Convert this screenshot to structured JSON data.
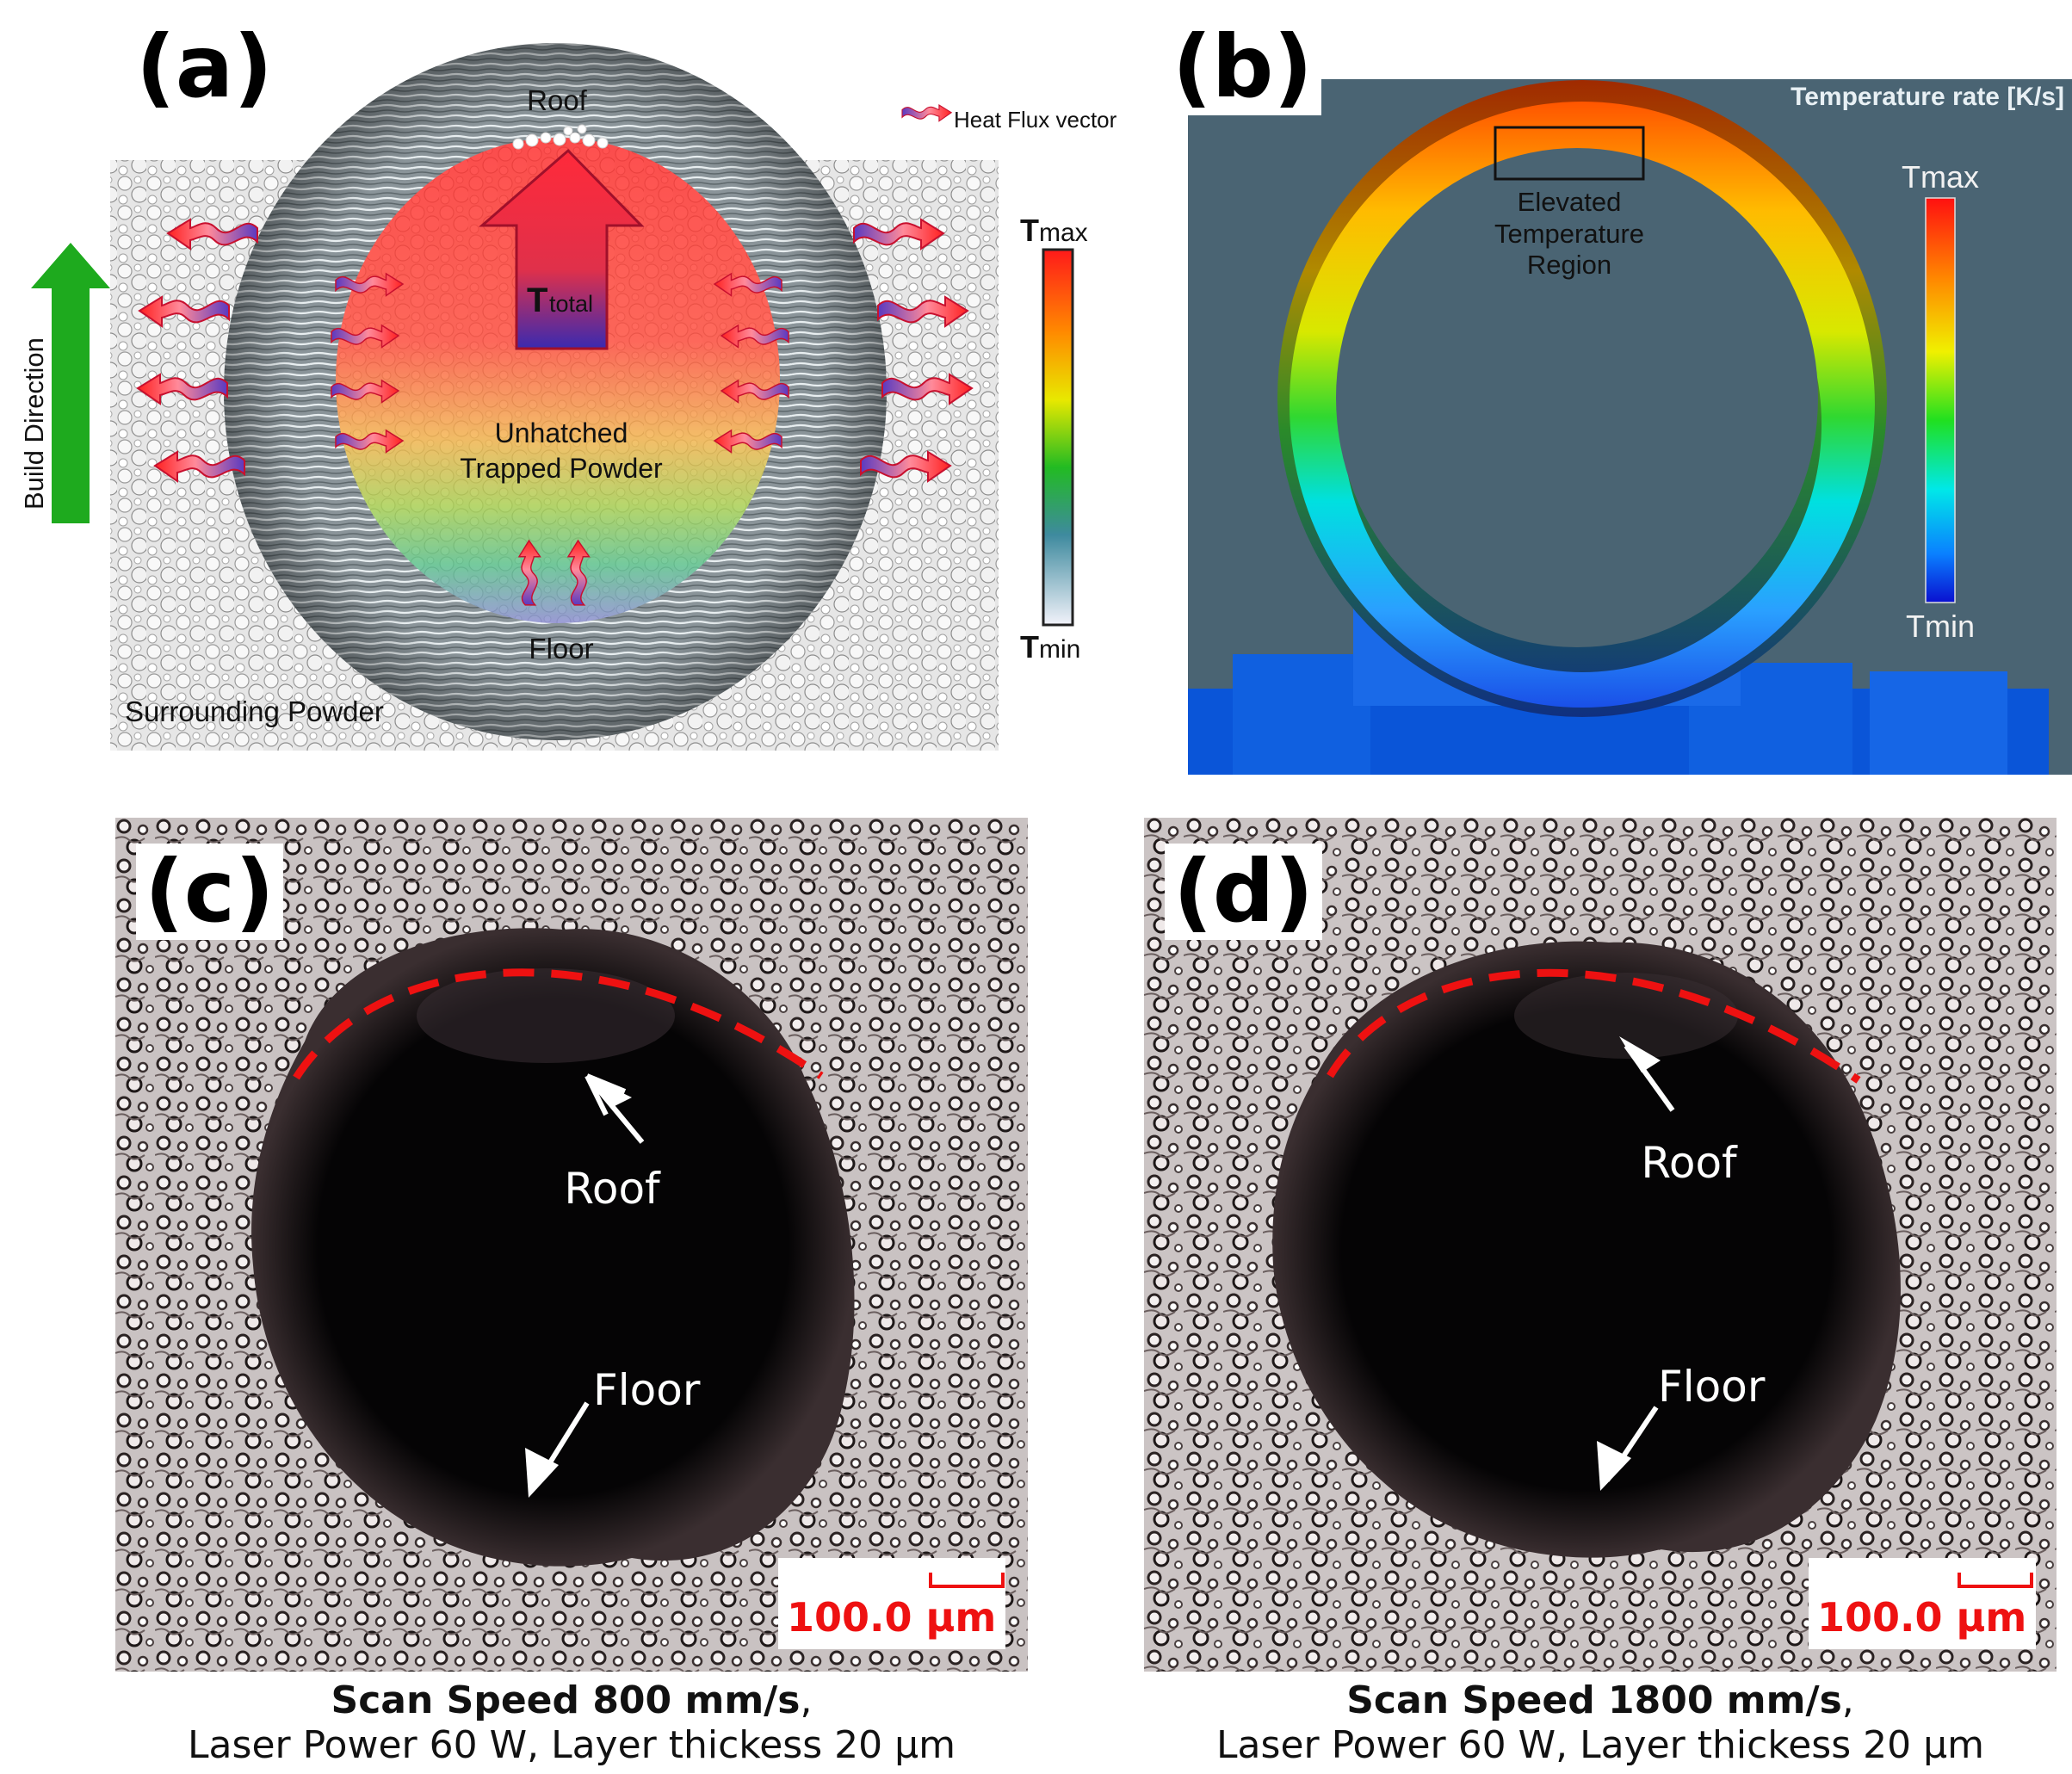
{
  "panel_a": {
    "label": "(a)",
    "roof": "Roof",
    "floor": "Floor",
    "legend": "Heat Flux vector",
    "t_total_main": "T",
    "t_total_sub": "total",
    "trapped_line1": "Unhatched",
    "trapped_line2": "Trapped Powder",
    "surrounding": "Surrounding Powder",
    "build_direction": "Build Direction",
    "tmax_main": "T",
    "tmax_sub": "max",
    "tmin_main": "T",
    "tmin_sub": "min"
  },
  "panel_b": {
    "label": "(b)",
    "title": "Temperature rate [K/s]",
    "region_line1": "Elevated",
    "region_line2": "Temperature",
    "region_line3": "Region",
    "tmax": "Tmax",
    "tmin": "Tmin"
  },
  "panel_c": {
    "label": "(c)",
    "roof": "Roof",
    "floor": "Floor",
    "scale": "100.0  µm",
    "caption_bold": "Scan Speed 800 mm/s",
    "caption_rest": "Laser Power 60 W, Layer thickess 20 µm"
  },
  "panel_d": {
    "label": "(d)",
    "roof": "Roof",
    "floor": "Floor",
    "scale": "100.0  µm",
    "caption_bold": "Scan Speed 1800 mm/s",
    "caption_rest": "Laser Power 60 W, Layer thickess 20 µm"
  },
  "colors": {
    "hot": "#ff2020",
    "cold": "#3a3aa8",
    "arrow_green": "#1eaa1e",
    "sim_background": "#4a6473",
    "dashed_boundary": "#ee1111"
  }
}
